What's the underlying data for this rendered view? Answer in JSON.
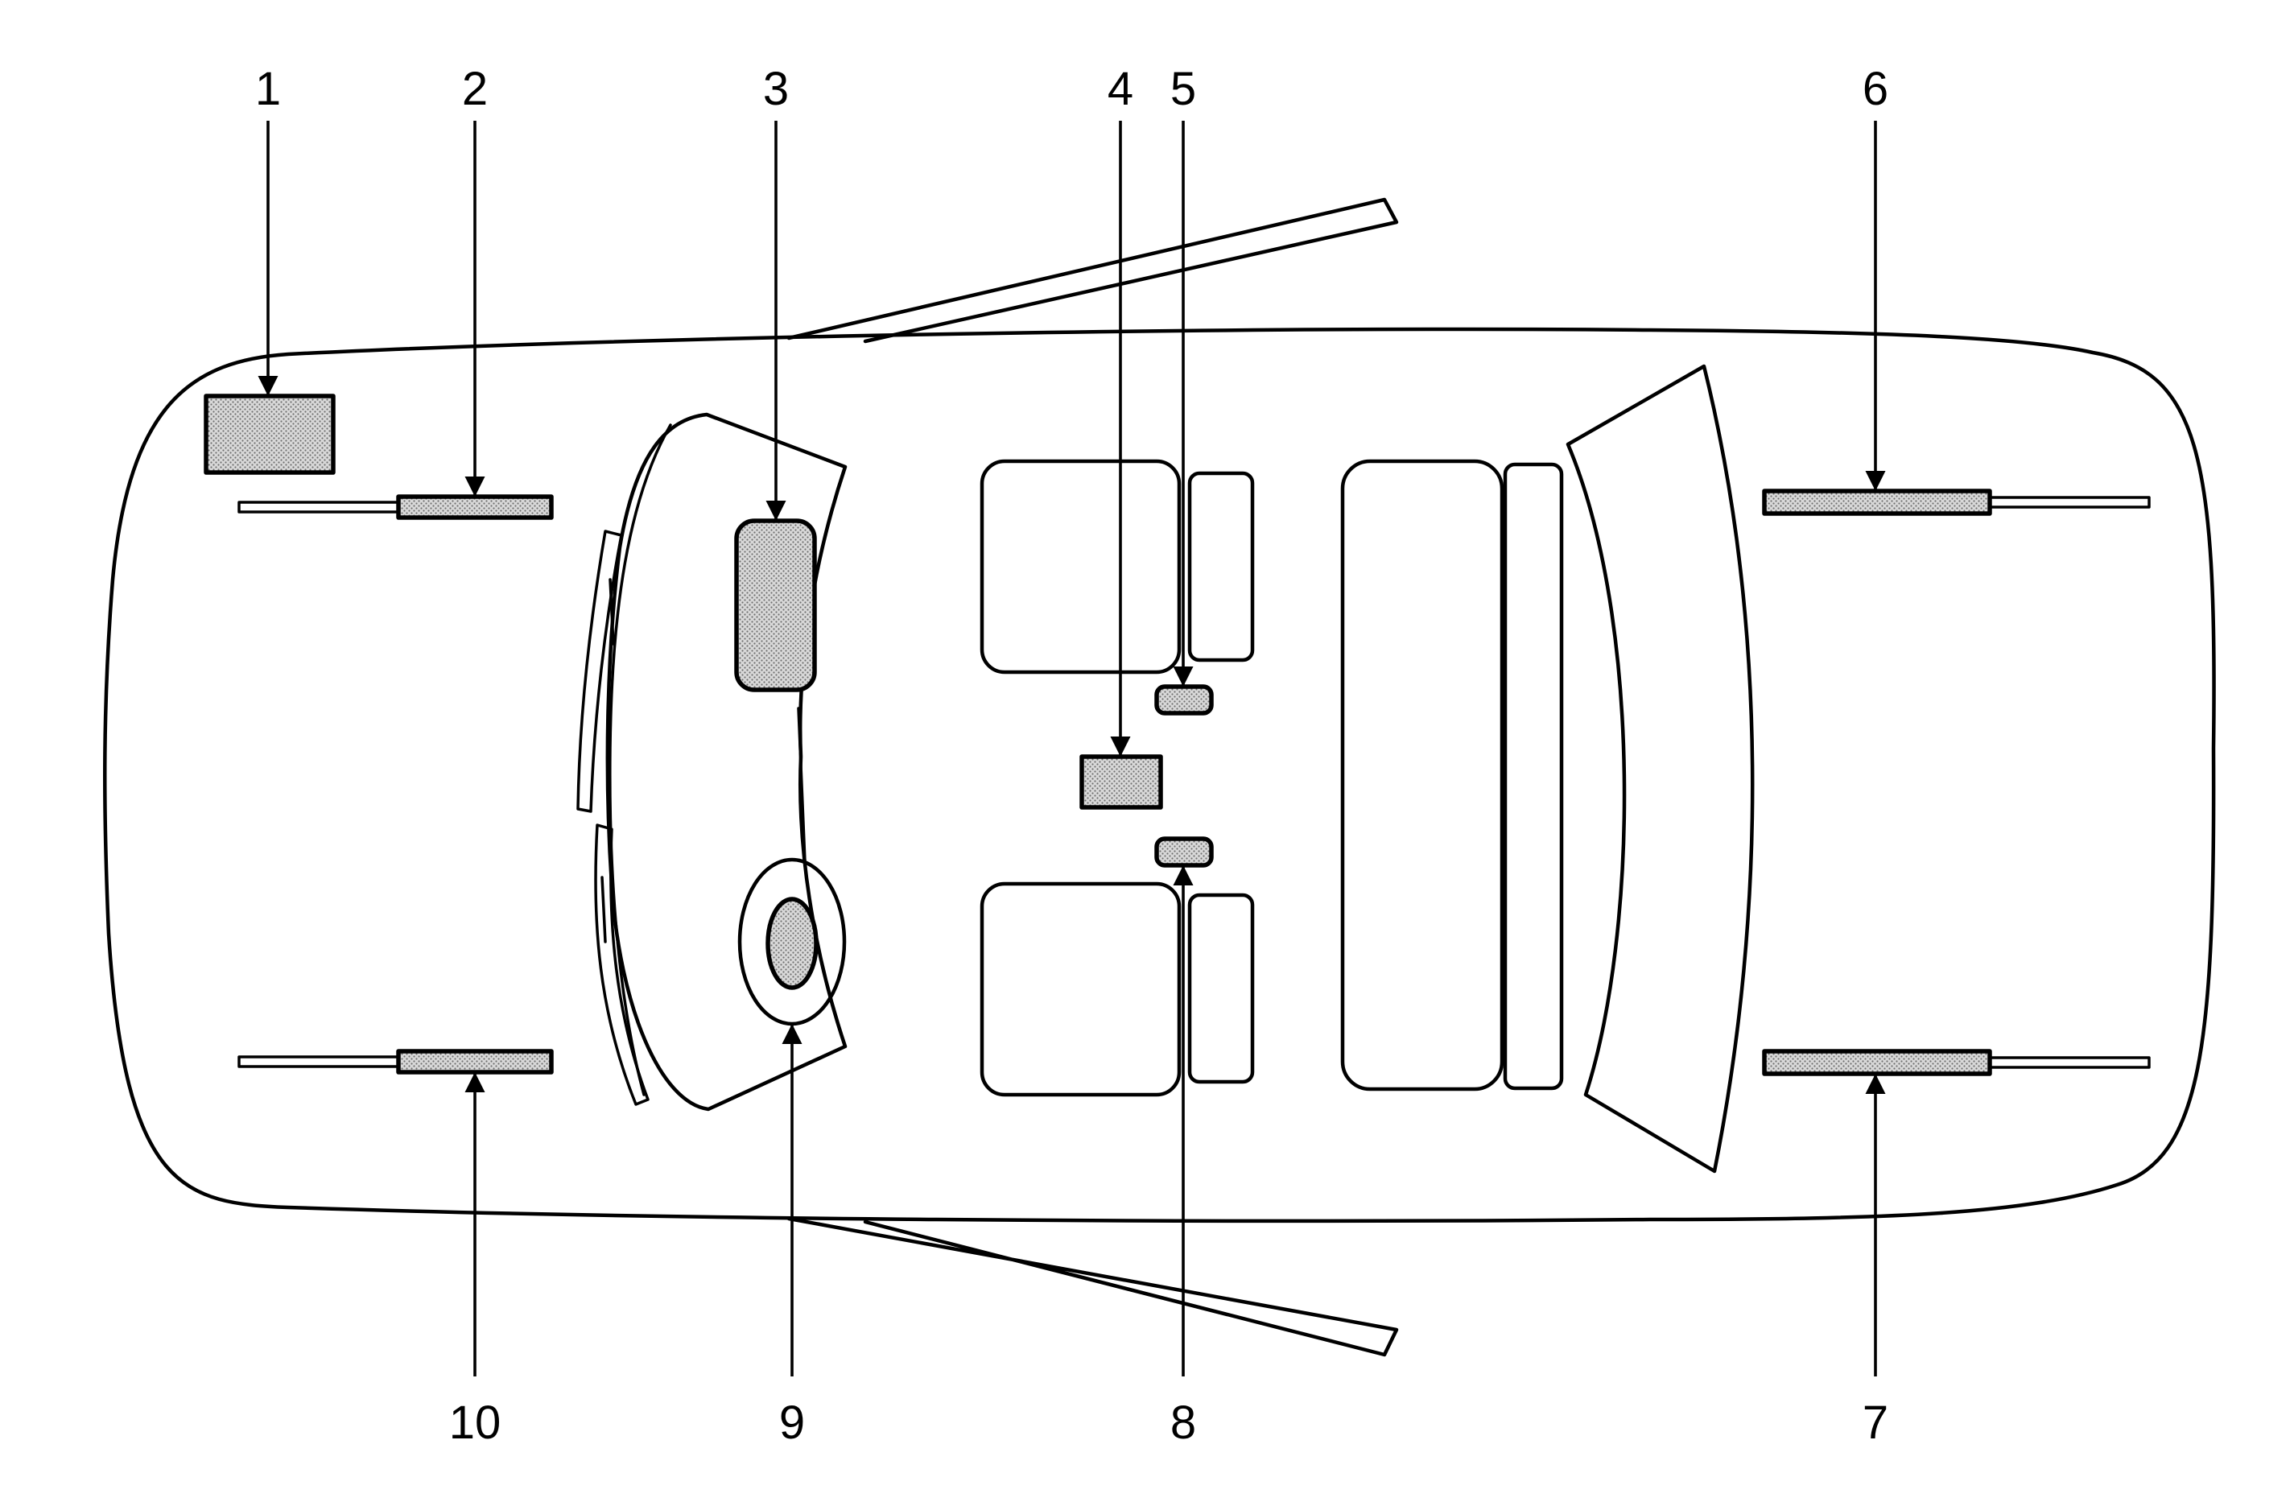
{
  "callouts": {
    "c1": "1",
    "c2": "2",
    "c3": "3",
    "c4": "4",
    "c5": "5",
    "c6": "6",
    "c7": "7",
    "c8": "8",
    "c9": "9",
    "c10": "10"
  },
  "colors": {
    "line": "#000000",
    "background": "#ffffff",
    "component_fill": "#c8c8c8"
  }
}
